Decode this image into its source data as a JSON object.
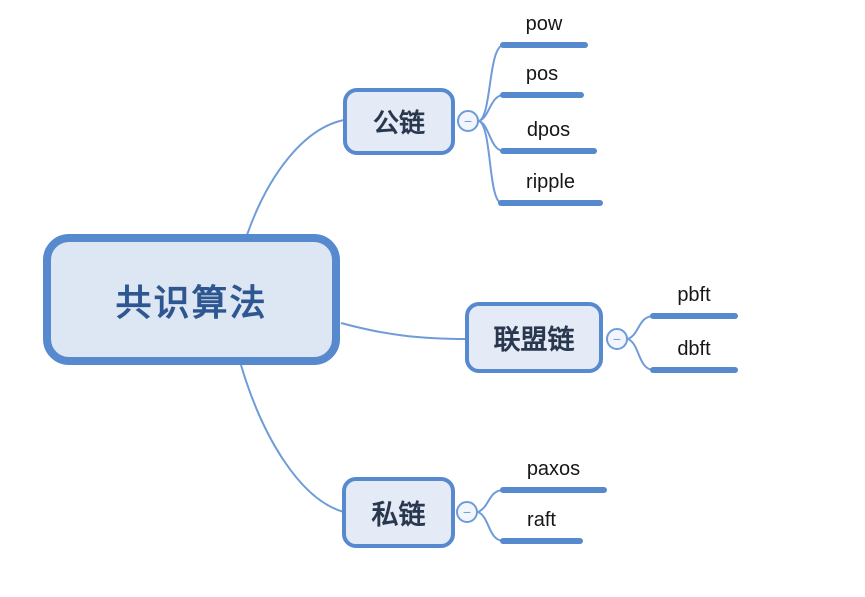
{
  "diagram": {
    "type": "mind-map",
    "root": {
      "label": "共识算法"
    },
    "branches": [
      {
        "label": "公链",
        "children": [
          "pow",
          "pos",
          "dpos",
          "ripple"
        ]
      },
      {
        "label": "联盟链",
        "children": [
          "pbft",
          "dbft"
        ]
      },
      {
        "label": "私链",
        "children": [
          "paxos",
          "raft"
        ]
      }
    ],
    "collapse_button": {
      "symbol": "−"
    }
  },
  "colors": {
    "accent": "#5789cf",
    "line": "#6f9cd9",
    "root_fill": "#dde6f3",
    "branch_fill": "#e4ebf6",
    "root_text": "#2e5690",
    "branch_text": "#2a384f",
    "leaf_text": "#161616",
    "btn_fill": "#f2f6fc"
  }
}
